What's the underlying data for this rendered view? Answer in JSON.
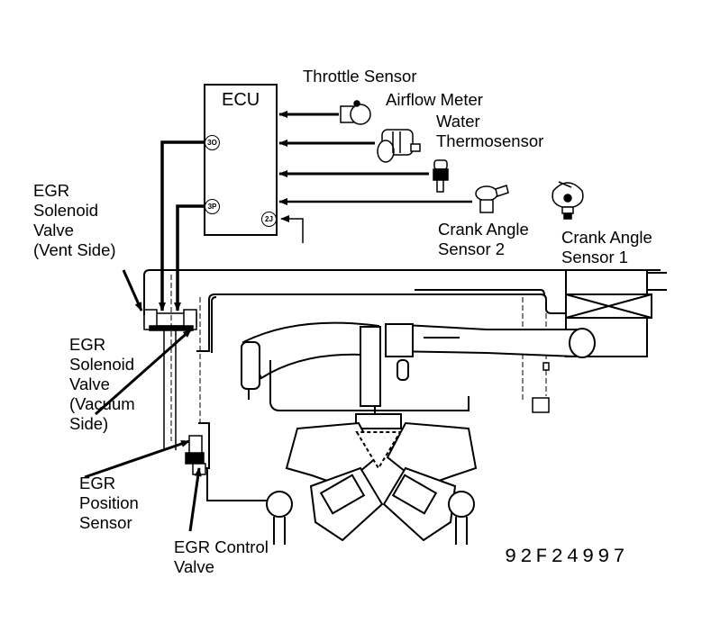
{
  "diagram": {
    "title": "EGR System Component Locations",
    "ecu": {
      "label": "ECU",
      "ports": [
        "3O",
        "3P",
        "2J"
      ]
    },
    "labels": {
      "throttle_sensor": "Throttle Sensor",
      "airflow_meter": "Airflow Meter",
      "water_thermosensor": "Water\nThermosensor",
      "crank_angle_sensor_2": "Crank Angle\nSensor 2",
      "crank_angle_sensor_1": "Crank Angle\nSensor 1",
      "egr_solenoid_vent": "EGR\nSolenoid\nValve\n(Vent Side)",
      "egr_solenoid_vacuum": "EGR\nSolenoid\nValve\n(Vacuum\nSide)",
      "egr_position_sensor": "EGR\nPosition\nSensor",
      "egr_control_valve": "EGR Control\nValve"
    },
    "figure_number": "92F24997",
    "colors": {
      "ink": "#000000",
      "paper": "#ffffff"
    }
  }
}
